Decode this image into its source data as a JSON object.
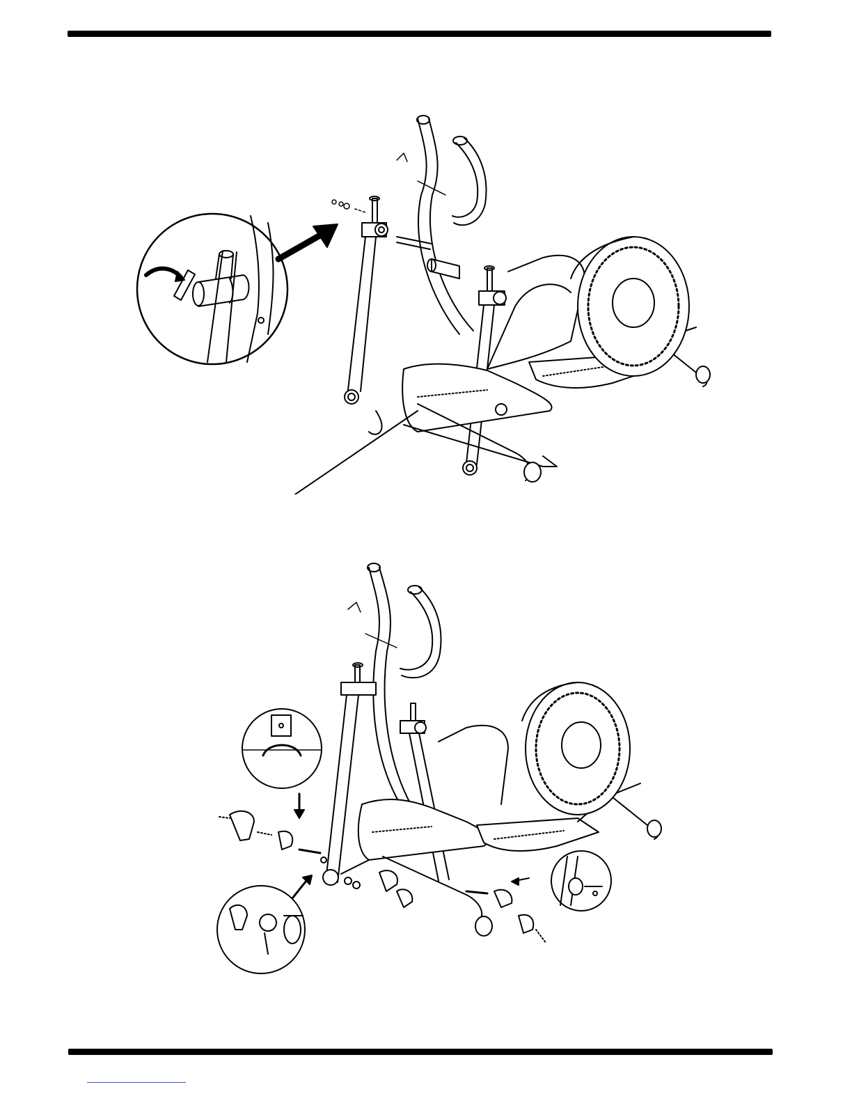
{
  "document": {
    "type": "assembly-instructions",
    "figures": [
      {
        "id": "step-figure-1",
        "icons": [
          "allen-key-icon",
          "detail-callout-icon",
          "arrow-icon",
          "elliptical-trainer-icon"
        ]
      },
      {
        "id": "step-figure-2",
        "icons": [
          "detail-callout-icon",
          "arrow-icon",
          "pedal-bracket-icon",
          "elliptical-trainer-icon"
        ]
      }
    ],
    "colors": {
      "ink": "#000000",
      "paper": "#ffffff",
      "link": "#3b5bdb"
    }
  }
}
